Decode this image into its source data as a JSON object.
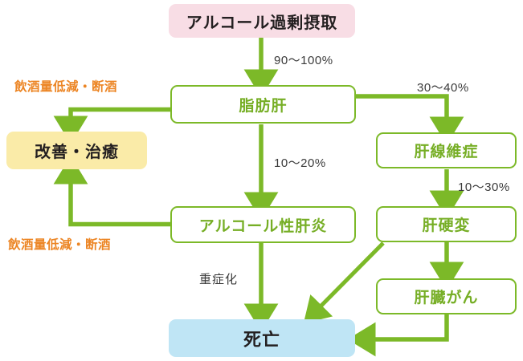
{
  "diagram": {
    "title_node": "アルコール過剰摂取",
    "palette": {
      "green": "#7cb928",
      "green_text": "#76ae25",
      "pink": "#f8dde5",
      "yellow": "#faeba8",
      "blue": "#bfe5f5",
      "orange": "#ec8524",
      "dark_text": "#231f20"
    },
    "nodes": [
      {
        "id": "excess-alcohol",
        "label": "アルコール過剰摂取",
        "style": "pink"
      },
      {
        "id": "fatty-liver",
        "label": "脂肪肝",
        "style": "outline"
      },
      {
        "id": "improvement-cure",
        "label": "改善・治癒",
        "style": "yellow"
      },
      {
        "id": "liver-fibrosis",
        "label": "肝線維症",
        "style": "outline"
      },
      {
        "id": "alcoholic-hepatitis",
        "label": "アルコール性肝炎",
        "style": "outline"
      },
      {
        "id": "cirrhosis",
        "label": "肝硬変",
        "style": "outline"
      },
      {
        "id": "liver-cancer",
        "label": "肝臓がん",
        "style": "outline"
      },
      {
        "id": "death",
        "label": "死亡",
        "style": "blue"
      }
    ],
    "edge_labels": [
      {
        "id": "pct-90-100",
        "text": "90〜100%"
      },
      {
        "id": "pct-30-40",
        "text": "30〜40%"
      },
      {
        "id": "pct-10-20",
        "text": "10〜20%"
      },
      {
        "id": "pct-10-30",
        "text": "10〜30%"
      },
      {
        "id": "severe",
        "text": "重症化"
      }
    ],
    "notes": [
      {
        "id": "reduce-drinking-top",
        "text": "飲酒量低減・断酒"
      },
      {
        "id": "reduce-drinking-bottom",
        "text": "飲酒量低減・断酒"
      }
    ]
  }
}
